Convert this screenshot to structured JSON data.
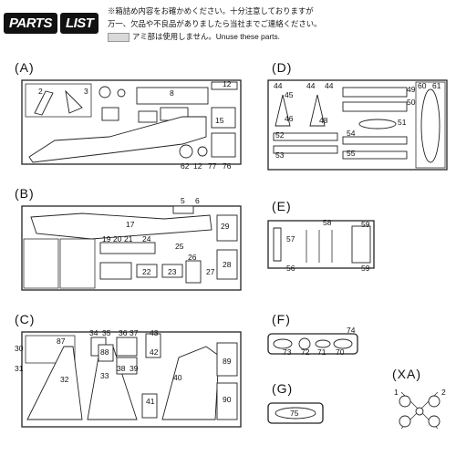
{
  "header": {
    "badge_left": "PARTS",
    "badge_right": "LIST",
    "note_line1": "※箱詰め内容をお確かめください。十分注意しておりますが",
    "note_line2": "万一、欠品や不良品がありましたら当社までご連絡ください。",
    "note_line3": "アミ部は使用しません。Unuse these parts."
  },
  "sections": {
    "A": {
      "label": "(A)",
      "parts": [
        "2",
        "3",
        "8",
        "12",
        "15",
        "62",
        "12",
        "77",
        "76"
      ]
    },
    "B": {
      "label": "(B)",
      "parts": [
        "5",
        "6",
        "17",
        "29",
        "19",
        "20",
        "21",
        "24",
        "25",
        "26",
        "22",
        "23",
        "27",
        "28"
      ]
    },
    "C": {
      "label": "(C)",
      "parts": [
        "87",
        "30",
        "31",
        "32",
        "34",
        "35",
        "36",
        "37",
        "43",
        "88",
        "42",
        "33",
        "38",
        "39",
        "89",
        "40",
        "41",
        "90"
      ]
    },
    "D": {
      "label": "(D)",
      "parts": [
        "44",
        "45",
        "44",
        "46",
        "44",
        "48",
        "49",
        "50",
        "60",
        "61",
        "51",
        "52",
        "53",
        "54",
        "55"
      ]
    },
    "E": {
      "label": "(E)",
      "parts": [
        "58",
        "59",
        "57",
        "56",
        "59"
      ]
    },
    "F": {
      "label": "(F)",
      "parts": [
        "74",
        "73",
        "72",
        "71",
        "70"
      ]
    },
    "G": {
      "label": "(G)",
      "parts": [
        "75"
      ]
    },
    "XA": {
      "label": "(XA)",
      "parts": [
        "1",
        "2"
      ]
    }
  }
}
